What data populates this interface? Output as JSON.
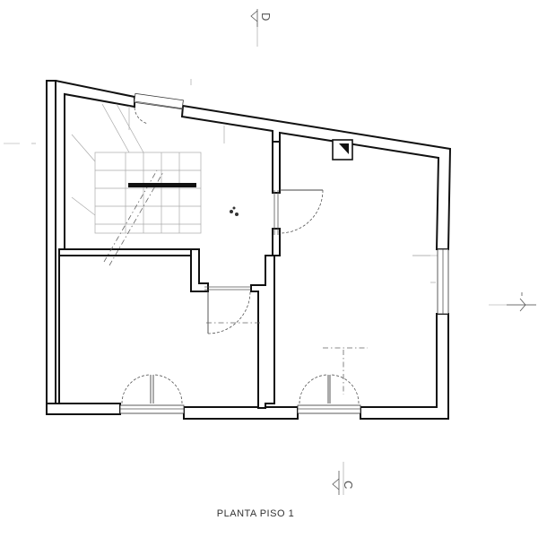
{
  "title": "PLANTA PISO 1",
  "section_marks": {
    "top": "D",
    "bottom": "C"
  },
  "colors": {
    "background": "#ffffff",
    "walls": "#111111",
    "lines": "#555555",
    "text": "#333333"
  }
}
